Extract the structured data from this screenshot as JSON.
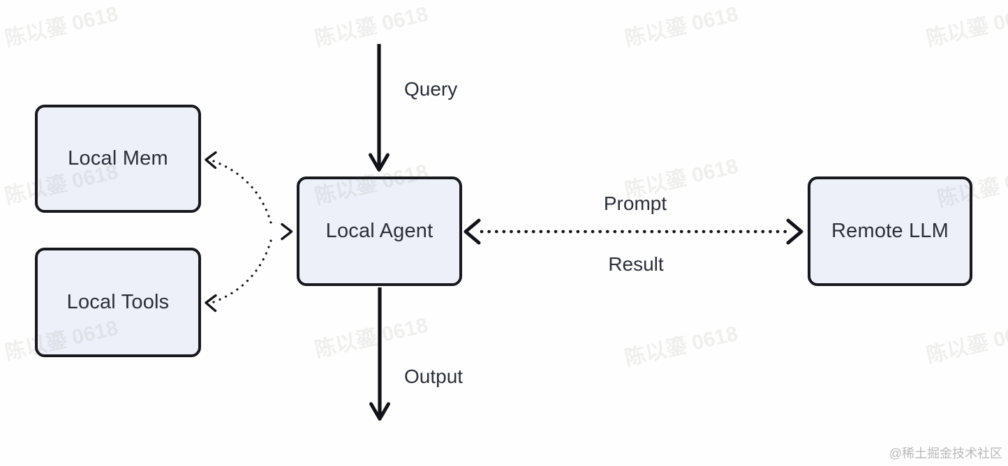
{
  "diagram": {
    "nodes": {
      "local_mem": {
        "label": "Local Mem"
      },
      "local_tools": {
        "label": "Local Tools"
      },
      "local_agent": {
        "label": "Local Agent"
      },
      "remote_llm": {
        "label": "Remote LLM"
      }
    },
    "edge_labels": {
      "query": "Query",
      "output": "Output",
      "prompt": "Prompt",
      "result": "Result"
    },
    "colors": {
      "background": "#fefefe",
      "node_fill": "#edf0f8",
      "node_border": "#16181d",
      "label_text": "#2a2e37",
      "arrow": "#111318",
      "credit_text": "#b9b9b9"
    }
  },
  "watermark": {
    "text": "陈以鎏 0618"
  },
  "footer": {
    "credit": "@稀土掘金技术社区"
  }
}
